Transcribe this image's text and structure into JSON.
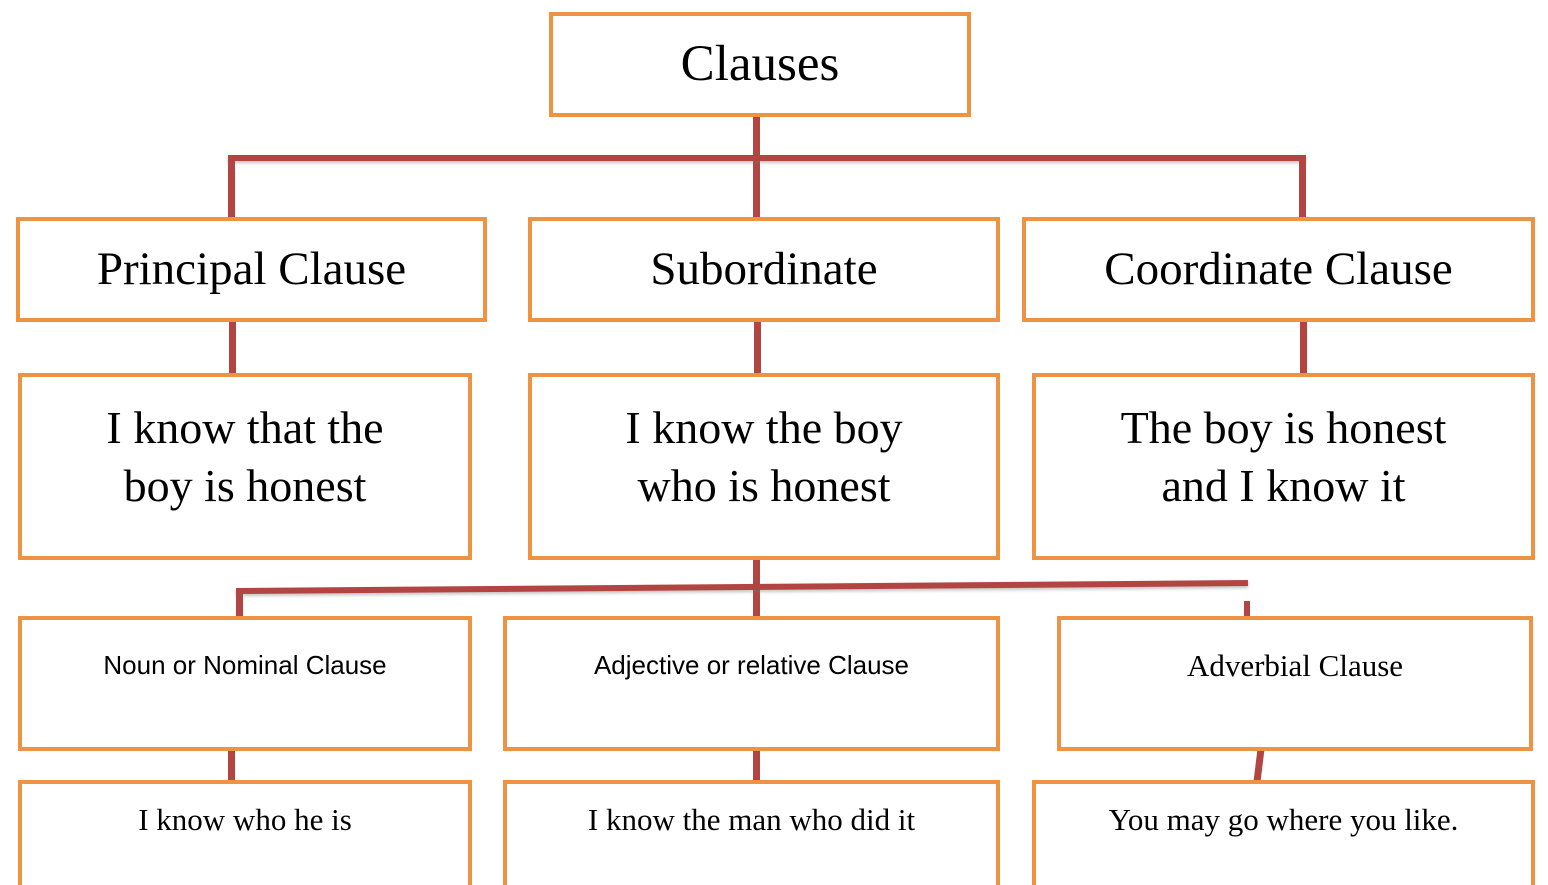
{
  "diagram": {
    "title": "Clauses",
    "type": "hierarchy-tree",
    "accent_border_color": "#ee9244",
    "connector_color": "#b24442",
    "background_color": "#ffffff",
    "levels": [
      {
        "level": 1,
        "nodes": [
          {
            "id": "root",
            "label": "Clauses"
          }
        ]
      },
      {
        "level": 2,
        "nodes": [
          {
            "id": "cat-principal",
            "label": "Principal Clause"
          },
          {
            "id": "cat-subordinate",
            "label": "Subordinate"
          },
          {
            "id": "cat-coordinate",
            "label": "Coordinate Clause"
          }
        ]
      },
      {
        "level": 3,
        "nodes": [
          {
            "id": "ex-principal",
            "line1": "I know that the",
            "line2": "boy is honest"
          },
          {
            "id": "ex-subordinate",
            "line1": "I know the boy",
            "line2": "who is honest"
          },
          {
            "id": "ex-coordinate",
            "line1": "The boy is honest",
            "line2": "and I know it"
          }
        ]
      },
      {
        "level": 4,
        "nodes": [
          {
            "id": "sub-noun",
            "label": "Noun or Nominal Clause"
          },
          {
            "id": "sub-adjective",
            "label": "Adjective or relative Clause"
          },
          {
            "id": "sub-adverbial",
            "label": "Adverbial Clause"
          }
        ]
      },
      {
        "level": 5,
        "nodes": [
          {
            "id": "ex-noun",
            "label": "I know who he is"
          },
          {
            "id": "ex-adjective",
            "label": "I know the man who did it"
          },
          {
            "id": "ex-adverbial",
            "label": "You may go where you like."
          }
        ]
      }
    ]
  }
}
